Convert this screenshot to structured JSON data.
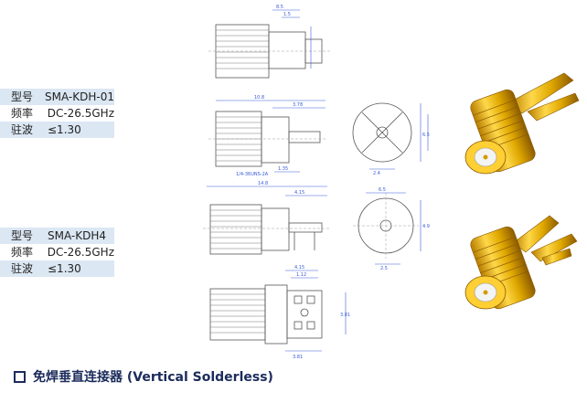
{
  "products": [
    {
      "specs": [
        {
          "key": "型号",
          "value": "SMA-KDH-01"
        },
        {
          "key": "频率",
          "value": "DC-26.5GHz"
        },
        {
          "key": "驻波",
          "value": "≤1.30"
        }
      ]
    },
    {
      "specs": [
        {
          "key": "型号",
          "value": "SMA-KDH4"
        },
        {
          "key": "频率",
          "value": "DC-26.5GHz"
        },
        {
          "key": "驻波",
          "value": "≤1.30"
        }
      ]
    }
  ],
  "footer": {
    "title": "免焊垂直连接器  (Vertical Solderless)"
  },
  "colors": {
    "highlight": "#dbe7f3",
    "title": "#1b2b5b",
    "dimension": "#3a5bd9",
    "gold": "#e0a800"
  }
}
